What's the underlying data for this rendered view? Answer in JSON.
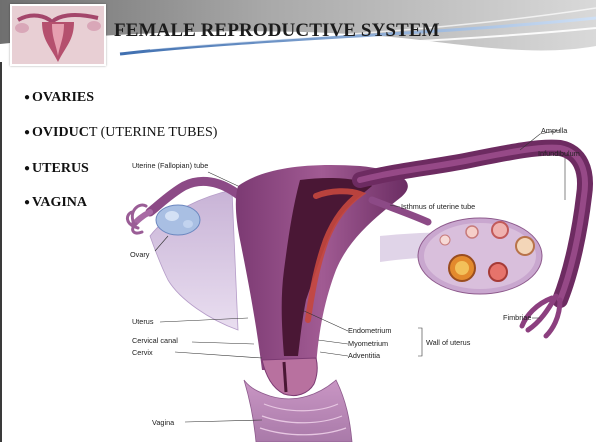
{
  "slide": {
    "title": "FEMALE REPRODUCTIVE SYSTEM",
    "bullets": [
      {
        "strong": "OVARIES",
        "rest": ""
      },
      {
        "strong": "OVIDUC",
        "rest": "T (UTERINE TUBES)"
      },
      {
        "strong": "UTERUS",
        "rest": ""
      },
      {
        "strong": "VAGINA",
        "rest": ""
      }
    ]
  },
  "diagram": {
    "labels": {
      "uterine_tube": "Uterine (Fallopian) tube",
      "ampulla": "Ampulla",
      "infundibulum": "Infundibulum",
      "isthmus": "Isthmus of uterine tube",
      "ovary": "Ovary",
      "fimbriae": "Fimbriae",
      "uterus": "Uterus",
      "endometrium": "Endometrium",
      "myometrium": "Myometrium",
      "adventitia": "Adventitia",
      "wall_of_uterus": "Wall of uterus",
      "cervical_canal": "Cervical canal",
      "cervix": "Cervix",
      "vagina": "Vagina"
    }
  }
}
